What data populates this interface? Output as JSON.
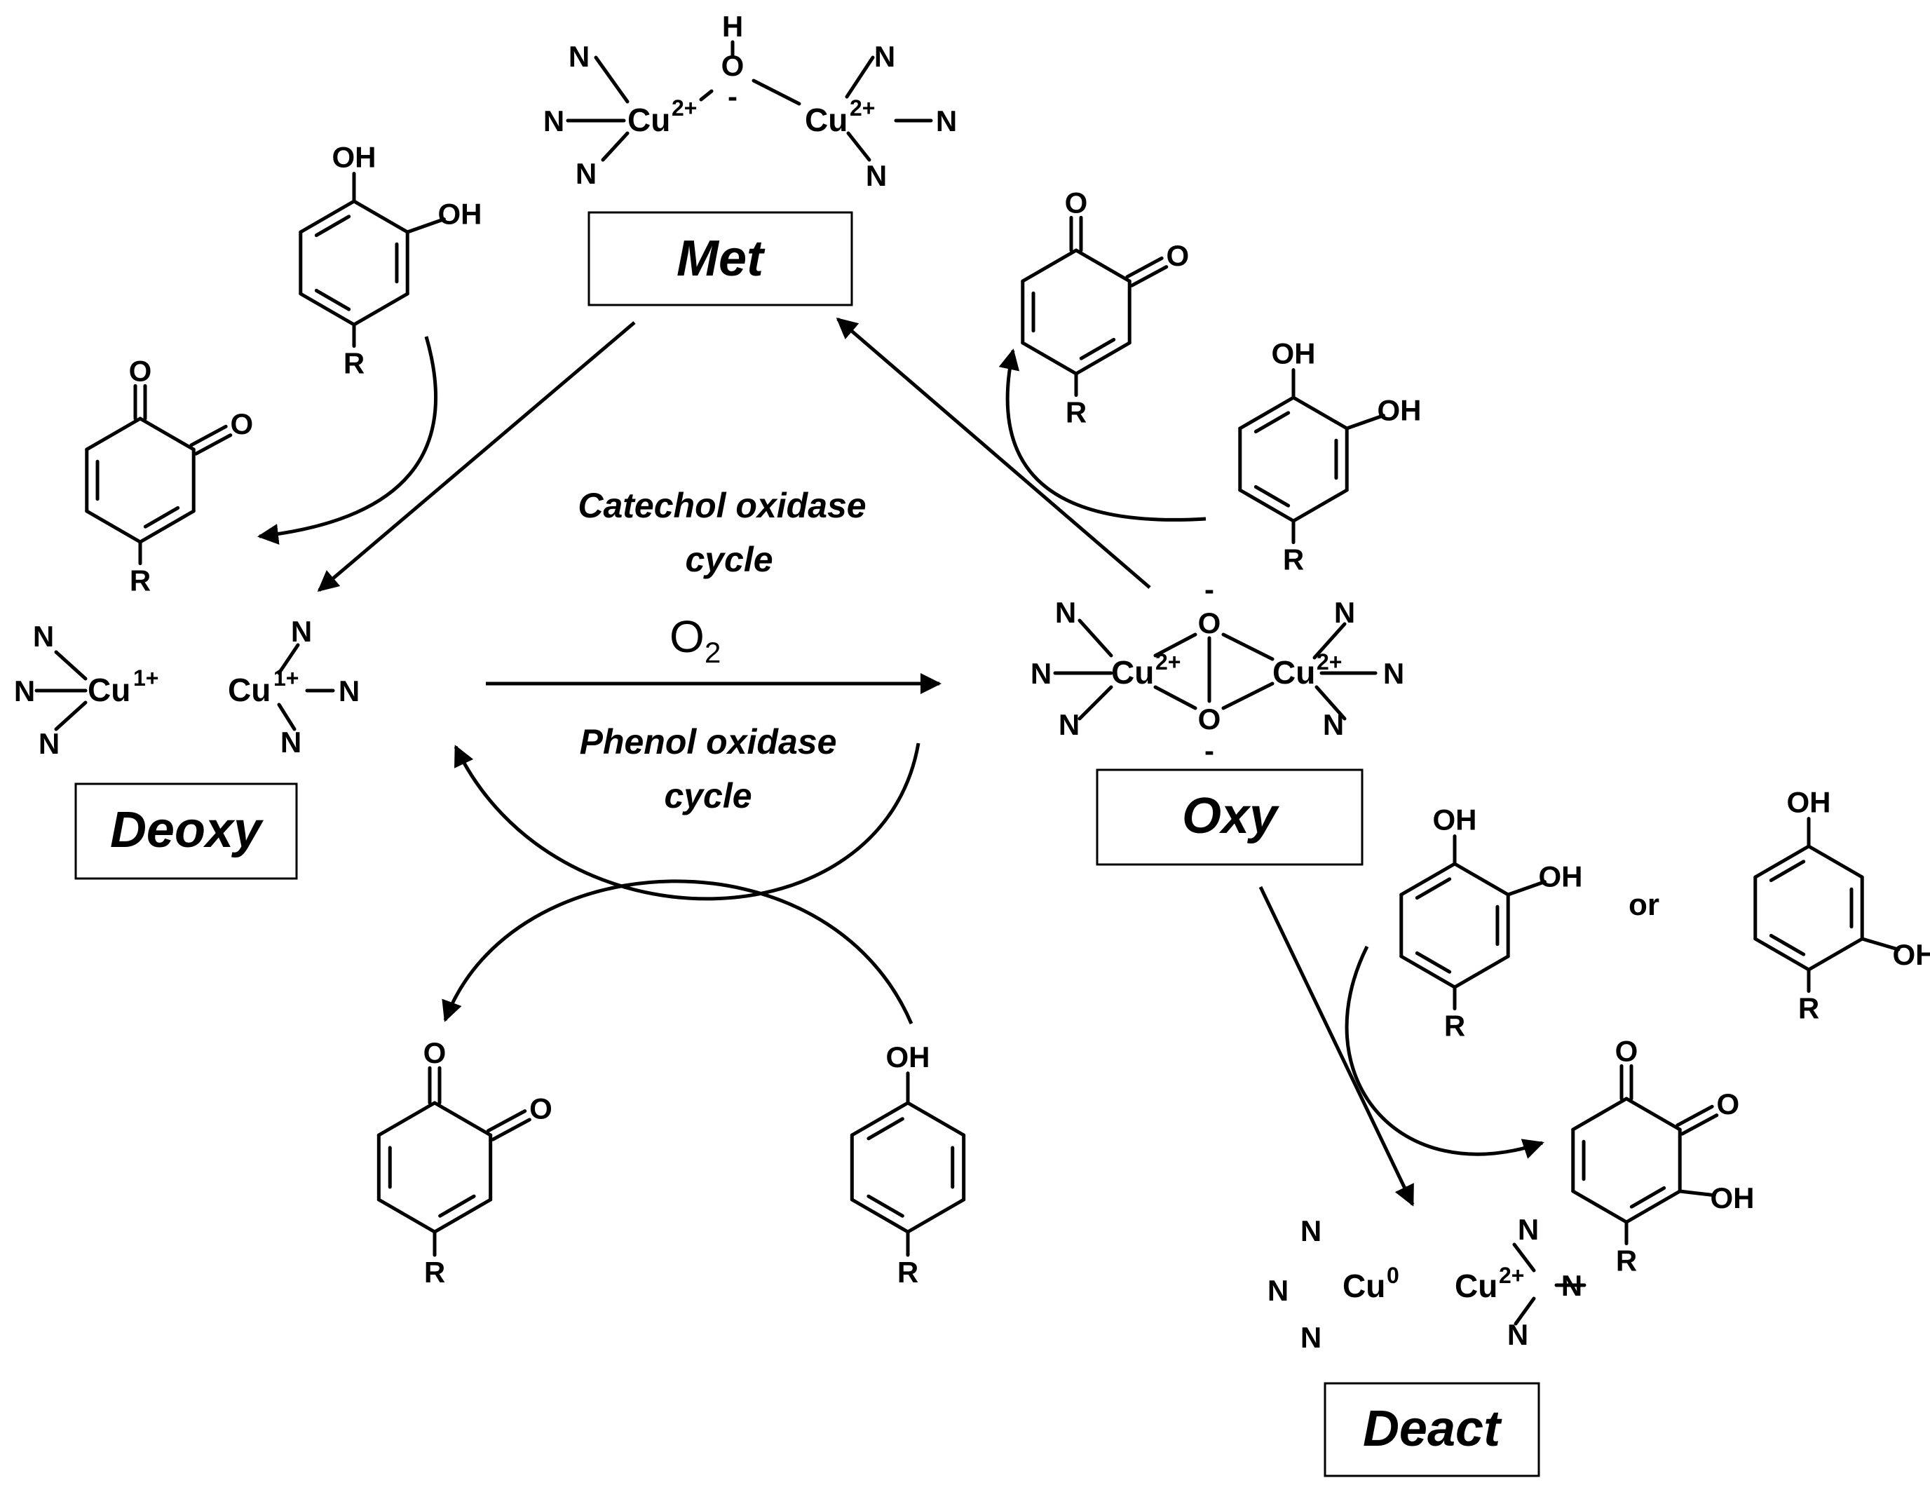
{
  "states": {
    "met": "Met",
    "oxy": "Oxy",
    "deoxy": "Deoxy",
    "deact": "Deact"
  },
  "cycles": {
    "catechol_line1": "Catechol oxidase",
    "catechol_line2": "cycle",
    "phenol_line1": "Phenol oxidase",
    "phenol_line2": "cycle",
    "oxygen": "O",
    "oxygen_sub": "2"
  },
  "atoms": {
    "N": "N",
    "O": "O",
    "H": "H",
    "OH": "OH",
    "R": "R",
    "Cu": "Cu",
    "minus": "-"
  },
  "charges": {
    "cu2": "2+",
    "cu1": "1+",
    "cu0": "0"
  },
  "misc": {
    "or": "or"
  }
}
